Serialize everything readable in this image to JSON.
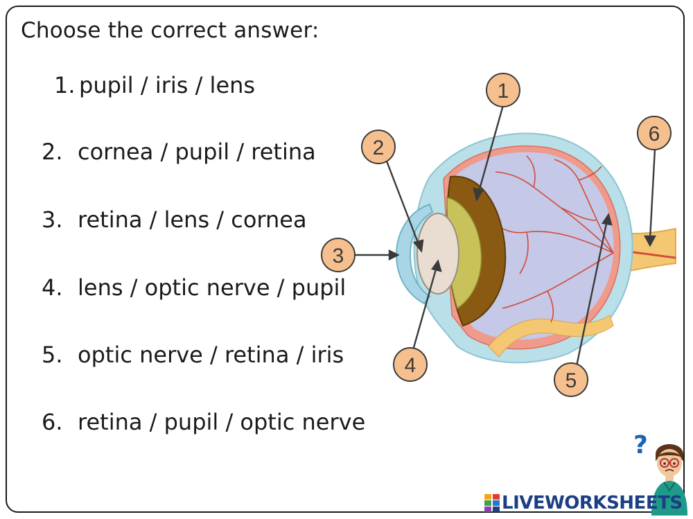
{
  "instruction": "Choose the correct answer:",
  "questions": [
    {
      "number": "1.",
      "text": "pupil / iris / lens"
    },
    {
      "number": "2.",
      "text": "cornea / pupil / retina"
    },
    {
      "number": "3.",
      "text": "retina / lens / cornea"
    },
    {
      "number": "4.",
      "text": "lens / optic nerve / pupil"
    },
    {
      "number": "5.",
      "text": "optic nerve / retina / iris"
    },
    {
      "number": "6.",
      "text": "retina / pupil / optic nerve"
    }
  ],
  "diagram": {
    "labels": [
      "1",
      "2",
      "3",
      "4",
      "5",
      "6"
    ],
    "colors": {
      "label_fill": "#f6c08e",
      "label_stroke": "#3a3a3a",
      "sclera": "#b9dfe8",
      "interior": "#c5c8e6",
      "iris": "#8a5a12",
      "lens": "#e8ddd0",
      "vessels": "#d24a3a",
      "nerve": "#f4c873"
    }
  },
  "decoration": {
    "question_mark": "?",
    "brand_text": "LIVEWORKSHEETS",
    "brand_color": "#1b3e84"
  }
}
